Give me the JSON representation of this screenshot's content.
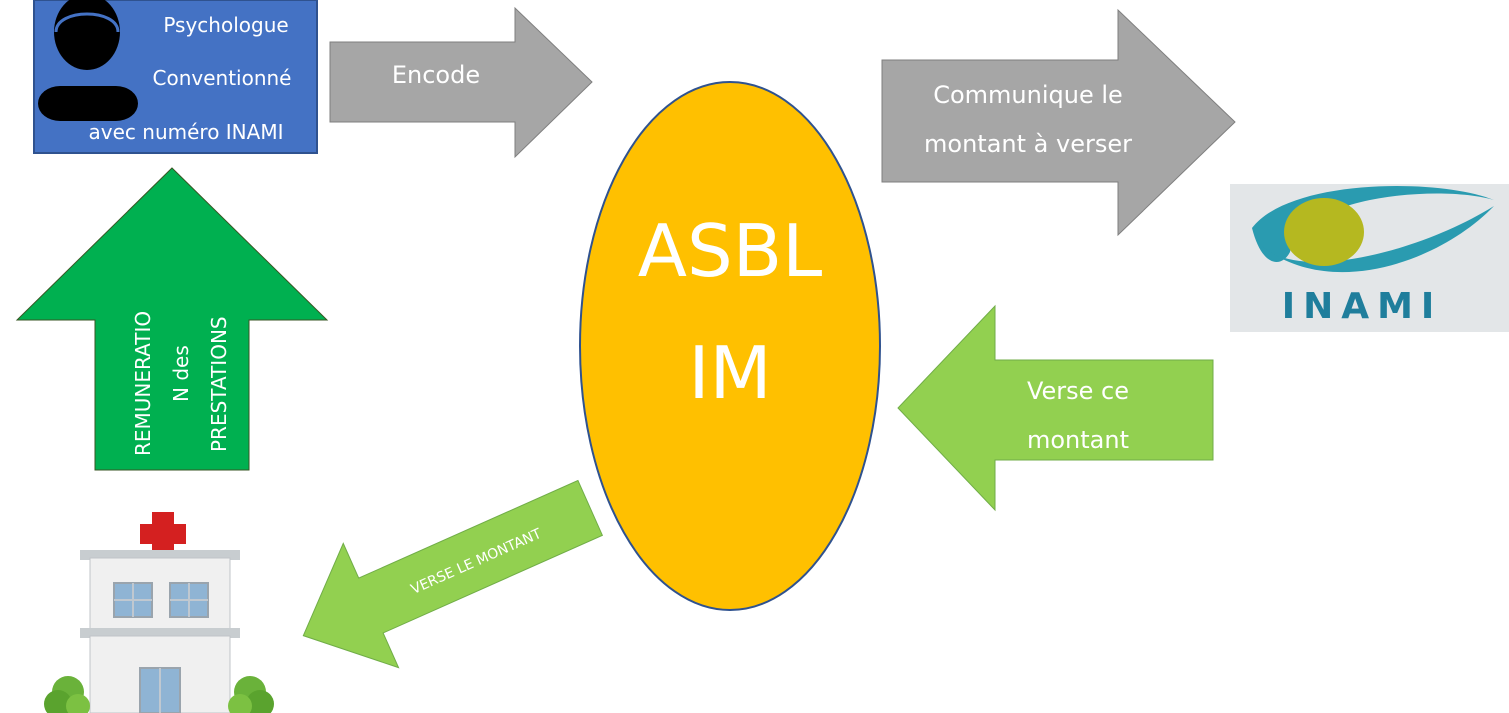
{
  "psychologist_box": {
    "line1": "Psychologue",
    "line2": "Conventionné",
    "line3": "avec numéro INAMI"
  },
  "center_oval": {
    "line1": "ASBL",
    "line2": "IM"
  },
  "arrows": {
    "encode": "Encode",
    "communicate_line1": "Communique le",
    "communicate_line2": "montant à verser",
    "pay_line1": "Verse ce",
    "pay_line2": "montant",
    "transfer": "VERSE LE MONTANT",
    "remuneration_line1": "REMUNERATIO",
    "remuneration_line2": "N des",
    "remuneration_line3": "PRESTATIONS"
  },
  "inami_logo": {
    "text": "INAMI"
  },
  "icons": {
    "person": "person-silhouette-icon",
    "hospital": "hospital-building-icon",
    "logo": "inami-logo"
  },
  "colors": {
    "box_blue": "#4472c4",
    "gray_arrow": "#a6a6a6",
    "oval_yellow": "#ffc000",
    "green_arrow": "#00b050",
    "light_green_arrow": "#92d050",
    "logo_teal": "#2a9bb0",
    "logo_olive": "#b5b820"
  }
}
